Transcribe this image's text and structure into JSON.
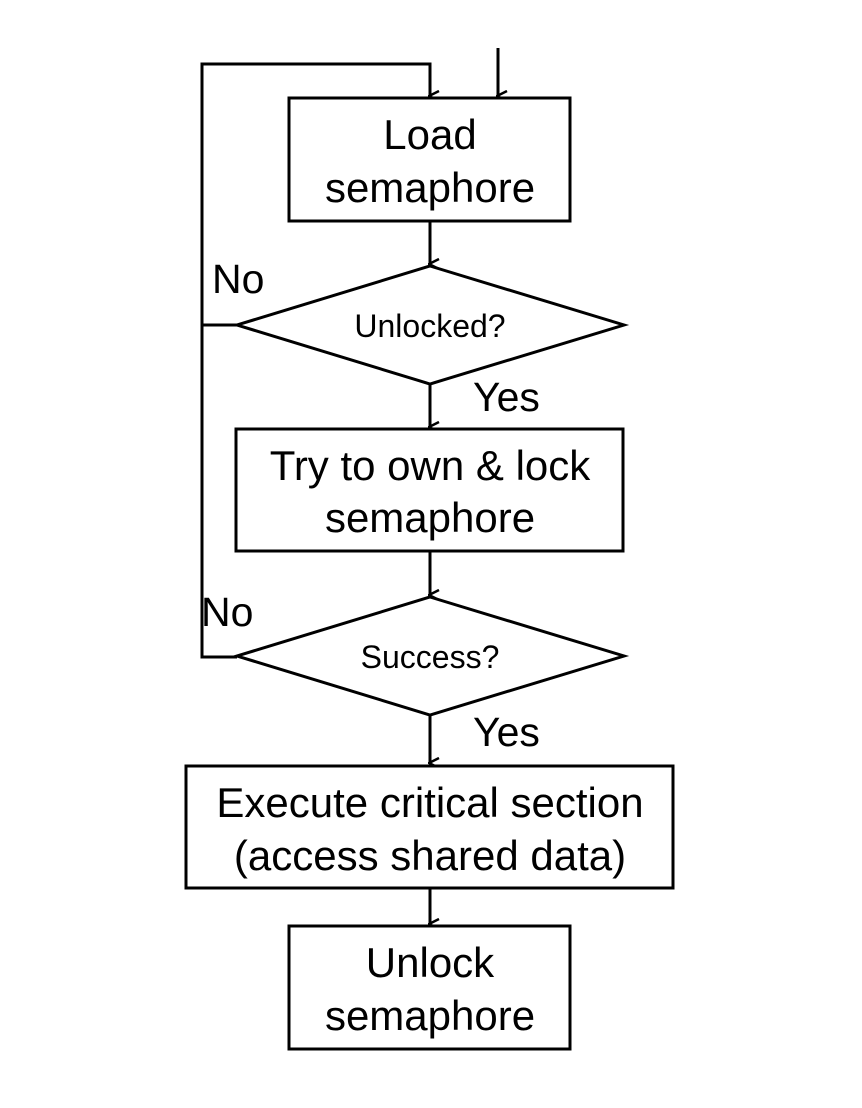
{
  "flowchart": {
    "load_box": {
      "line1": "Load",
      "line2": "semaphore"
    },
    "unlocked_decision": {
      "text": "Unlocked?",
      "no_label": "No",
      "yes_label": "Yes"
    },
    "lock_box": {
      "line1": "Try to own & lock",
      "line2": "semaphore"
    },
    "success_decision": {
      "text": "Success?",
      "no_label": "No",
      "yes_label": "Yes"
    },
    "critical_box": {
      "line1": "Execute critical section",
      "line2": "(access shared data)"
    },
    "unlock_box": {
      "line1": "Unlock",
      "line2": "semaphore"
    }
  }
}
